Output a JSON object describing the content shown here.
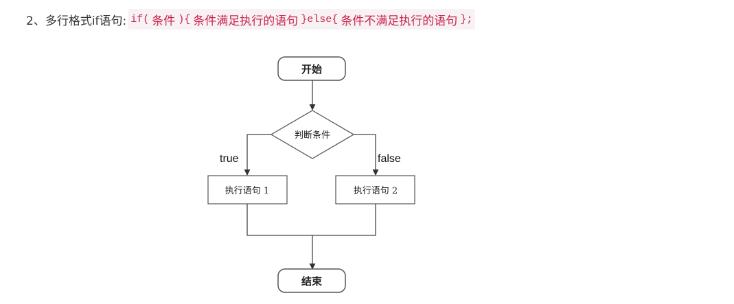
{
  "heading": {
    "prefix": "2、多行格式if语句:",
    "code_if": "if(",
    "code_cond": "条件",
    "code_close_paren_brace": "){",
    "code_true_stmt": "条件满足执行的语句",
    "code_else": "}else{",
    "code_false_stmt": "条件不满足执行的语句",
    "code_end": "};"
  },
  "flowchart": {
    "start": "开始",
    "decision": "判断条件",
    "true_label": "true",
    "false_label": "false",
    "stmt_1": "执行语句 1",
    "stmt_2": "执行语句 2",
    "end": "结束"
  },
  "colors": {
    "code_text": "#c7254e",
    "code_background": "#f9f2f4",
    "body_text": "#333333",
    "diagram_stroke": "#555555"
  }
}
